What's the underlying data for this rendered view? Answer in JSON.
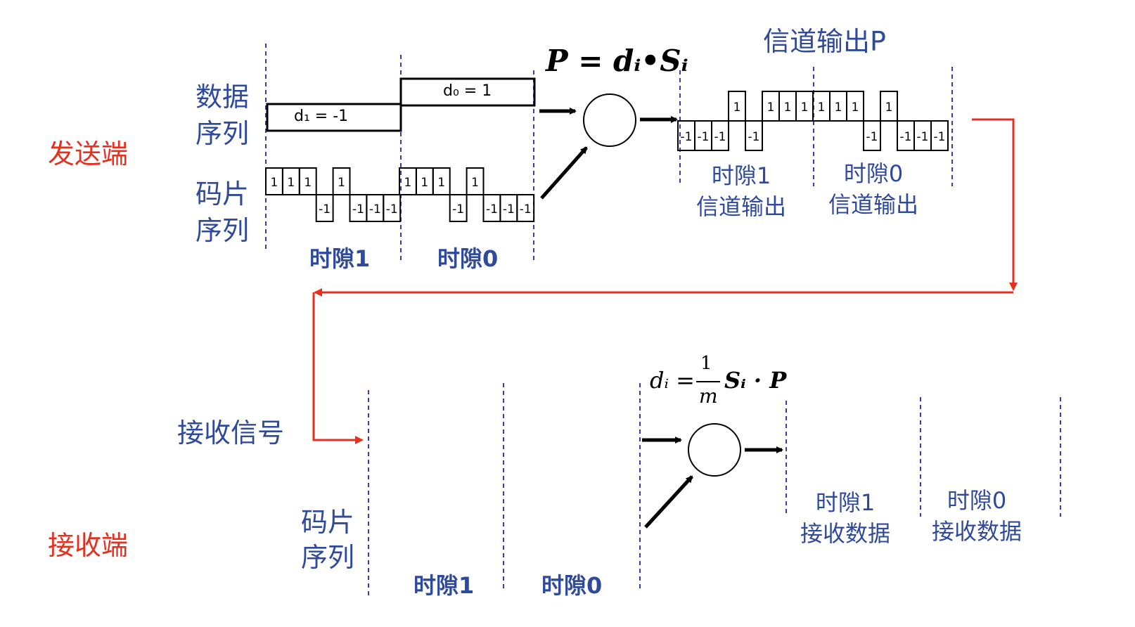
{
  "sender": {
    "label": "发送端",
    "data_seq_label": "数据\n序列",
    "chip_seq_label": "码片\n序列",
    "d1_label": "d₁ = -1",
    "d0_label": "d₀ = 1",
    "slot1": "时隙1",
    "slot0": "时隙0",
    "formula": "P = dᵢ•Sᵢ",
    "channel_title": "信道输出P",
    "out_slot1": "时隙1\n信道输出",
    "out_slot0": "时隙0\n信道输出",
    "chip_values": [
      "1",
      "1",
      "1",
      "-1",
      "1",
      "-1",
      "-1",
      "-1"
    ],
    "out_slot1_values": [
      "-1",
      "-1",
      "-1",
      "1",
      "-1",
      "1",
      "1",
      "1"
    ],
    "out_slot0_values": [
      "1",
      "1",
      "1",
      "-1",
      "1",
      "-1",
      "-1",
      "-1"
    ]
  },
  "receiver": {
    "label": "接收端",
    "recv_signal": "接收信号",
    "chip_seq_label": "码片\n序列",
    "slot1": "时隙1",
    "slot0": "时隙0",
    "formula_lhs": "dᵢ =",
    "formula_num": "1",
    "formula_den": "m",
    "formula_rhs": "Sᵢ · P",
    "out_slot1": "时隙1\n接收数据",
    "out_slot0": "时隙0\n接收数据"
  },
  "colors": {
    "label_blue": "#2f4a9a",
    "accent_red": "#e53020",
    "dash": "#3b3bb5"
  }
}
